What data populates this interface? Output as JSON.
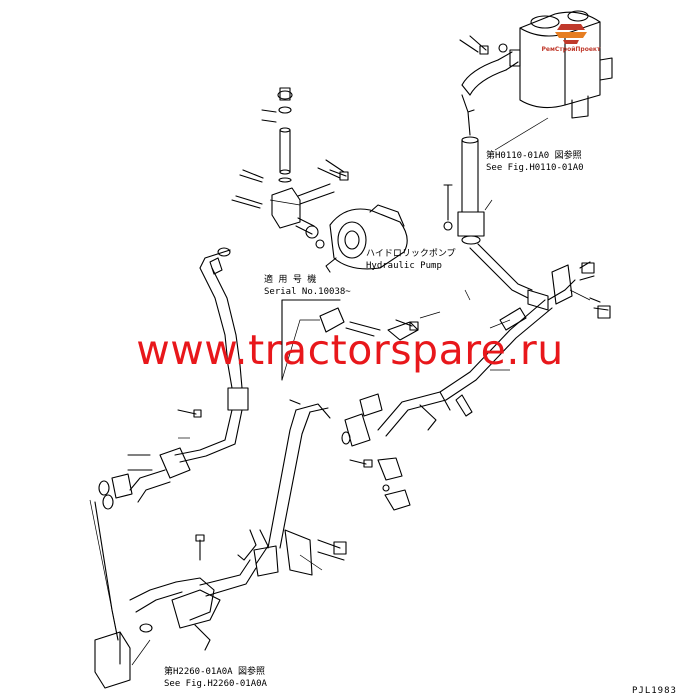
{
  "watermark": {
    "text": "www.tractorspare.ru",
    "color": "#e8171b"
  },
  "logo": {
    "text": "РемСтройПроект",
    "color": "#c0392b"
  },
  "refs": {
    "top_jp": "第H0110-01A0 図参照",
    "top_en": "See Fig.H0110-01A0",
    "bottom_jp": "第H2260-01A0A 図参照",
    "bottom_en": "See Fig.H2260-01A0A"
  },
  "pump": {
    "jp": "ハイドロリックポンプ",
    "en": "Hydraulic Pump"
  },
  "serial": {
    "jp": "適 用 号 機",
    "en": "Serial No.10038~"
  },
  "drawing_code": "PJL1983",
  "line_color": "#000000"
}
